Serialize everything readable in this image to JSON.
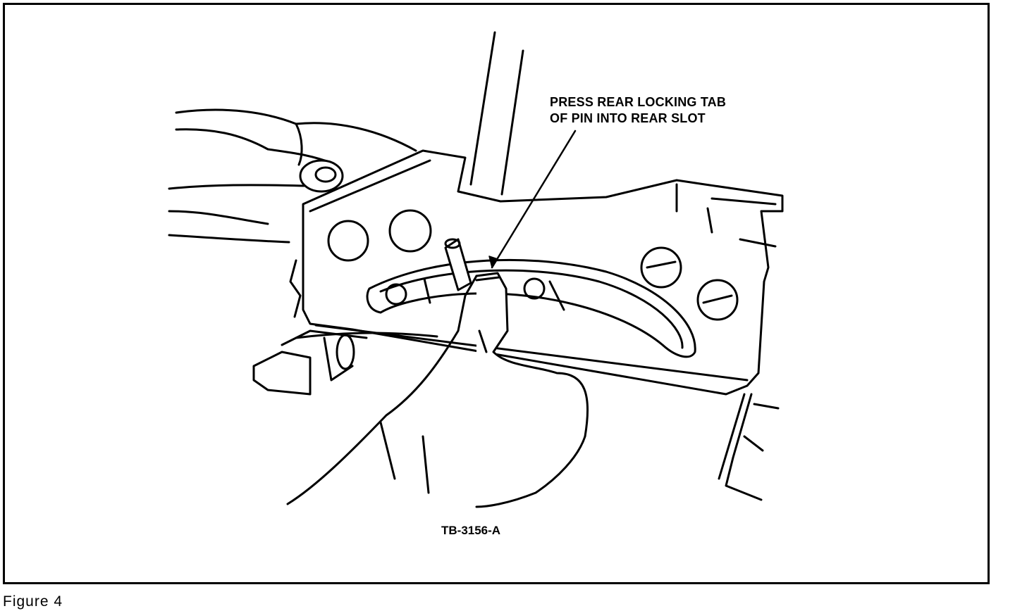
{
  "callout": {
    "line1": "PRESS REAR LOCKING TAB",
    "line2": "OF PIN INTO REAR SLOT"
  },
  "part_code": "TB-3156-A",
  "caption": "Figure 4"
}
